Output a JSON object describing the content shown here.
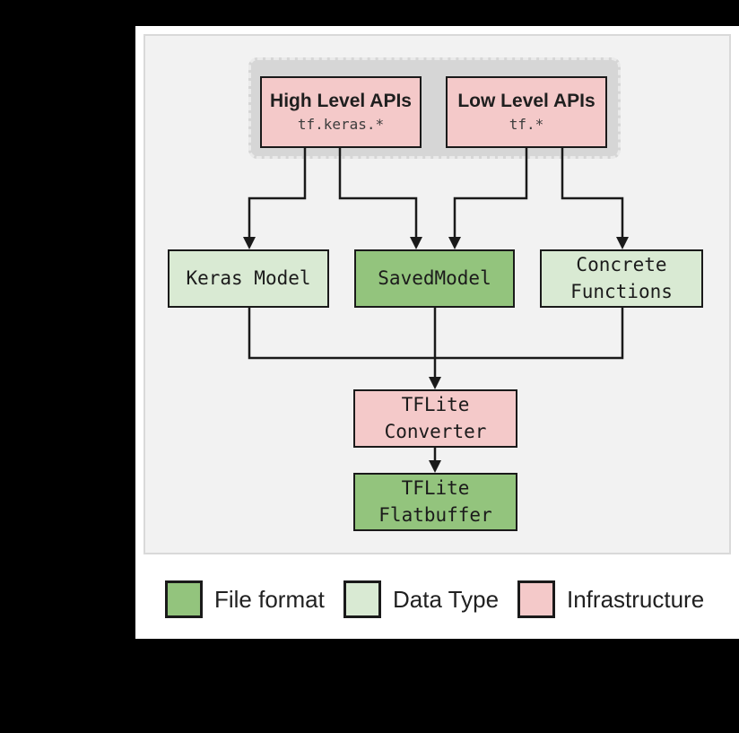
{
  "colors": {
    "file_format": "#93c47d",
    "data_type": "#d9ead3",
    "infrastructure": "#f4c9c9",
    "api_group_fill": "#d6d6d6",
    "canvas_bg": "#f2f2f2",
    "panel_bg": "#ffffff",
    "outline": "#1a1a1a"
  },
  "nodes": {
    "high_level": {
      "title": "High Level APIs",
      "subtitle": "tf.keras.*"
    },
    "low_level": {
      "title": "Low Level APIs",
      "subtitle": "tf.*"
    },
    "keras_model": {
      "label": "Keras Model"
    },
    "saved_model": {
      "label": "SavedModel"
    },
    "concrete_functions": {
      "line1": "Concrete",
      "line2": "Functions"
    },
    "tflite_converter": {
      "line1": "TFLite",
      "line2": "Converter"
    },
    "tflite_flatbuffer": {
      "line1": "TFLite",
      "line2": "Flatbuffer"
    }
  },
  "legend": {
    "items": [
      {
        "label": "File format",
        "color": "#93c47d"
      },
      {
        "label": "Data Type",
        "color": "#d9ead3"
      },
      {
        "label": "Infrastructure",
        "color": "#f4c9c9"
      }
    ]
  }
}
